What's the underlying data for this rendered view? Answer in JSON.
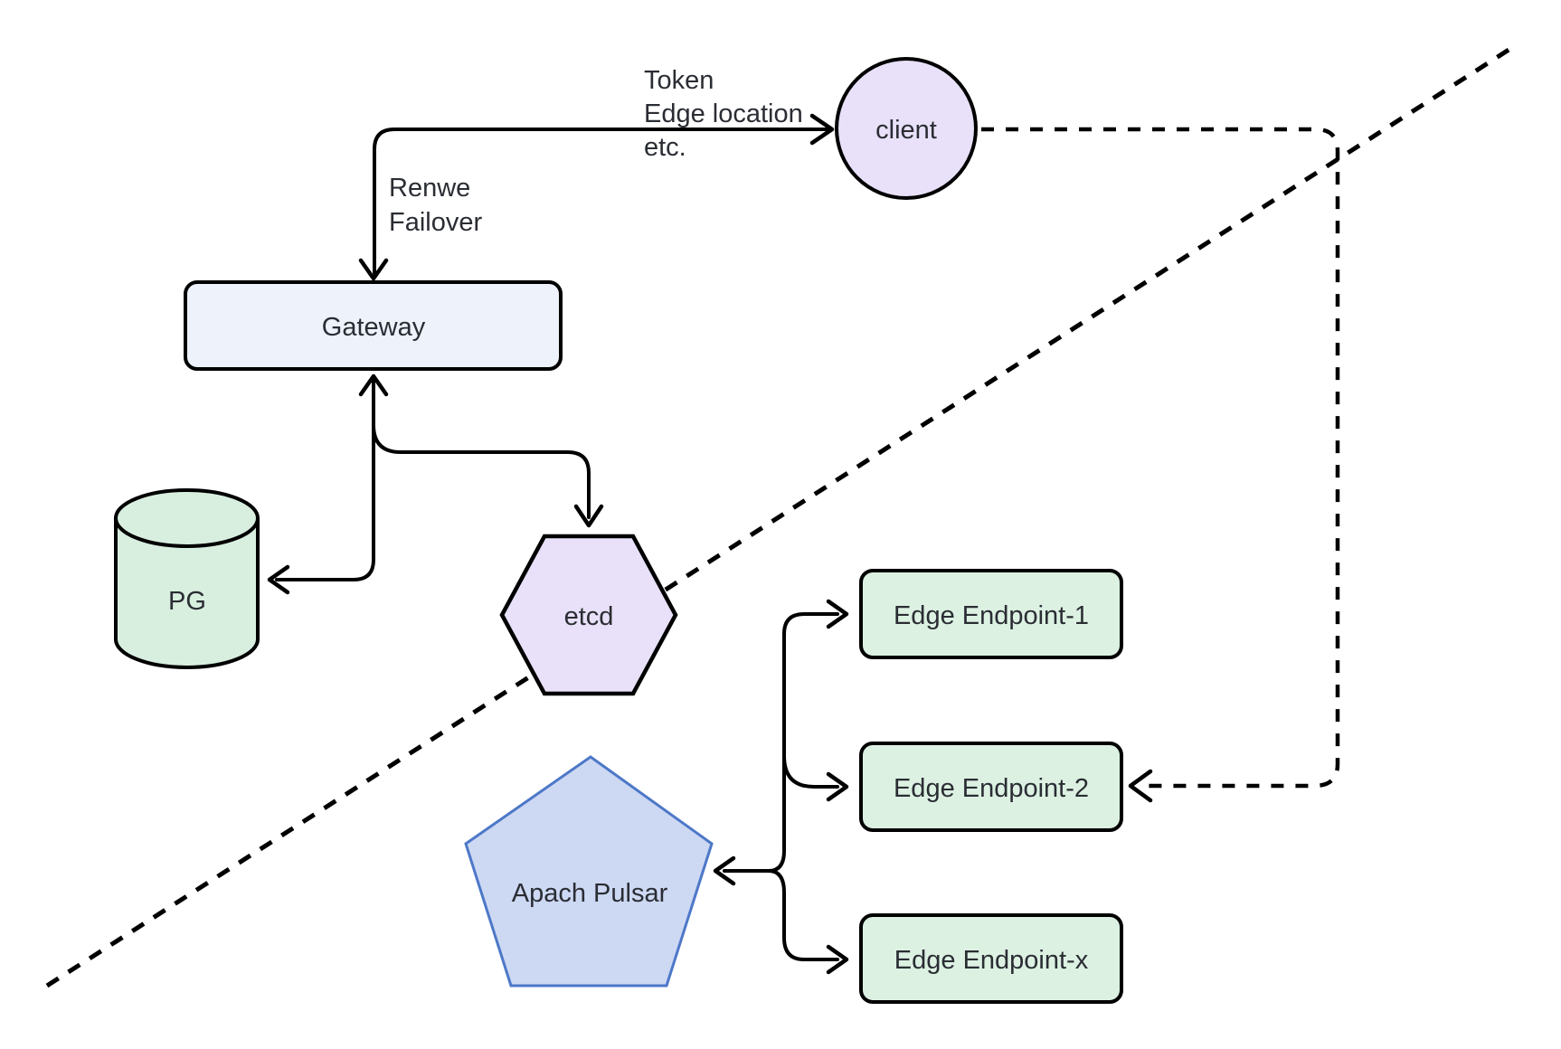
{
  "diagram": {
    "background": "#ffffff",
    "line_color": "#000000",
    "text_color": "#2a2d33",
    "nodes": {
      "client": {
        "label": "client",
        "shape": "circle",
        "fill": "#e8e1f9"
      },
      "gateway": {
        "label": "Gateway",
        "shape": "rounded-rect",
        "fill": "#edf2fb"
      },
      "pg": {
        "label": "PG",
        "shape": "cylinder",
        "fill": "#d8efdf"
      },
      "etcd": {
        "label": "etcd",
        "shape": "hexagon",
        "fill": "#e8e1f9"
      },
      "pulsar": {
        "label": "Apach Pulsar",
        "shape": "pentagon",
        "fill": "#cdd8f3",
        "stroke": "#4d78c8"
      },
      "ee1": {
        "label": "Edge Endpoint-1",
        "shape": "rounded-rect",
        "fill": "#dcf1e2"
      },
      "ee2": {
        "label": "Edge Endpoint-2",
        "shape": "rounded-rect",
        "fill": "#dcf1e2"
      },
      "eex": {
        "label": "Edge Endpoint-x",
        "shape": "rounded-rect",
        "fill": "#dcf1e2"
      }
    },
    "edge_labels": {
      "token": {
        "lines": [
          "Token",
          "Edge location",
          "etc."
        ]
      },
      "renew": {
        "lines": [
          "Renwe",
          "Failover"
        ]
      }
    }
  }
}
